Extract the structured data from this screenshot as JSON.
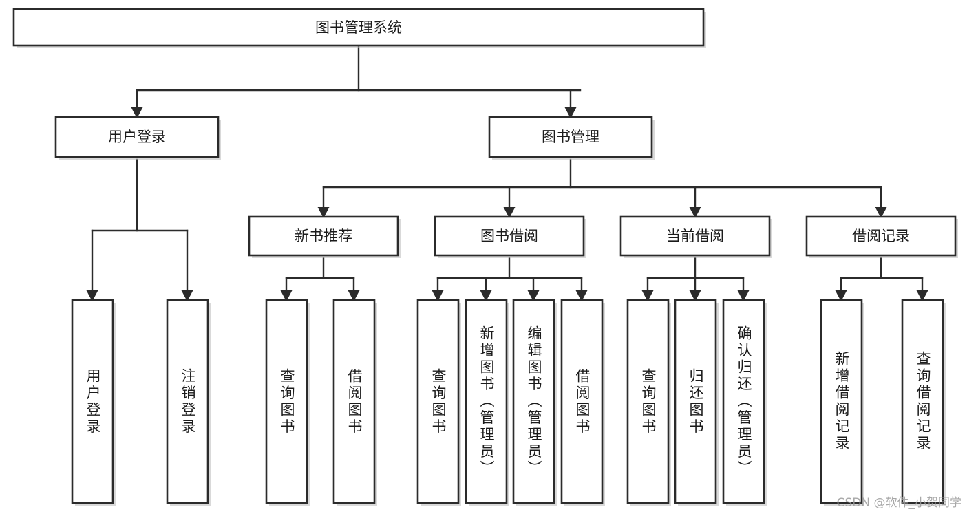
{
  "diagram": {
    "type": "tree",
    "title": "图书管理系统",
    "orientation": "top-down",
    "colors": {
      "box_stroke": "#2b2b2b",
      "box_fill": "#ffffff",
      "line": "#2b2b2b",
      "text": "#1b1b1b",
      "watermark": "#9a9a9a"
    },
    "root": {
      "id": "root",
      "label": "图书管理系统"
    },
    "level2": [
      {
        "id": "user-login",
        "label": "用户登录"
      },
      {
        "id": "book-manage",
        "label": "图书管理"
      }
    ],
    "level3": [
      {
        "id": "new-book-rec",
        "label": "新书推荐",
        "parent": "book-manage"
      },
      {
        "id": "book-borrow",
        "label": "图书借阅",
        "parent": "book-manage"
      },
      {
        "id": "current-borrow",
        "label": "当前借阅",
        "parent": "book-manage"
      },
      {
        "id": "borrow-record",
        "label": "借阅记录",
        "parent": "book-manage"
      }
    ],
    "leaves": [
      {
        "id": "leaf-user-login",
        "label": "用户登录",
        "parent": "user-login"
      },
      {
        "id": "leaf-logout-login",
        "label": "注销登录",
        "parent": "user-login"
      },
      {
        "id": "leaf-query-book-1",
        "label": "查询图书",
        "parent": "new-book-rec"
      },
      {
        "id": "leaf-borrow-book-1",
        "label": "借阅图书",
        "parent": "new-book-rec"
      },
      {
        "id": "leaf-query-book-2",
        "label": "查询图书",
        "parent": "book-borrow"
      },
      {
        "id": "leaf-add-book",
        "label": "新增图书（管理员）",
        "parent": "book-borrow"
      },
      {
        "id": "leaf-edit-book",
        "label": "编辑图书（管理员）",
        "parent": "book-borrow"
      },
      {
        "id": "leaf-borrow-book-2",
        "label": "借阅图书",
        "parent": "book-borrow"
      },
      {
        "id": "leaf-query-book-3",
        "label": "查询图书",
        "parent": "current-borrow"
      },
      {
        "id": "leaf-return-book",
        "label": "归还图书",
        "parent": "current-borrow"
      },
      {
        "id": "leaf-confirm-return",
        "label": "确认归还（管理员）",
        "parent": "current-borrow"
      },
      {
        "id": "leaf-add-record",
        "label": "新增借阅记录",
        "parent": "borrow-record"
      },
      {
        "id": "leaf-query-record",
        "label": "查询借阅记录",
        "parent": "borrow-record"
      }
    ]
  },
  "watermark": {
    "text": "CSDN @软件_小贺同学"
  }
}
